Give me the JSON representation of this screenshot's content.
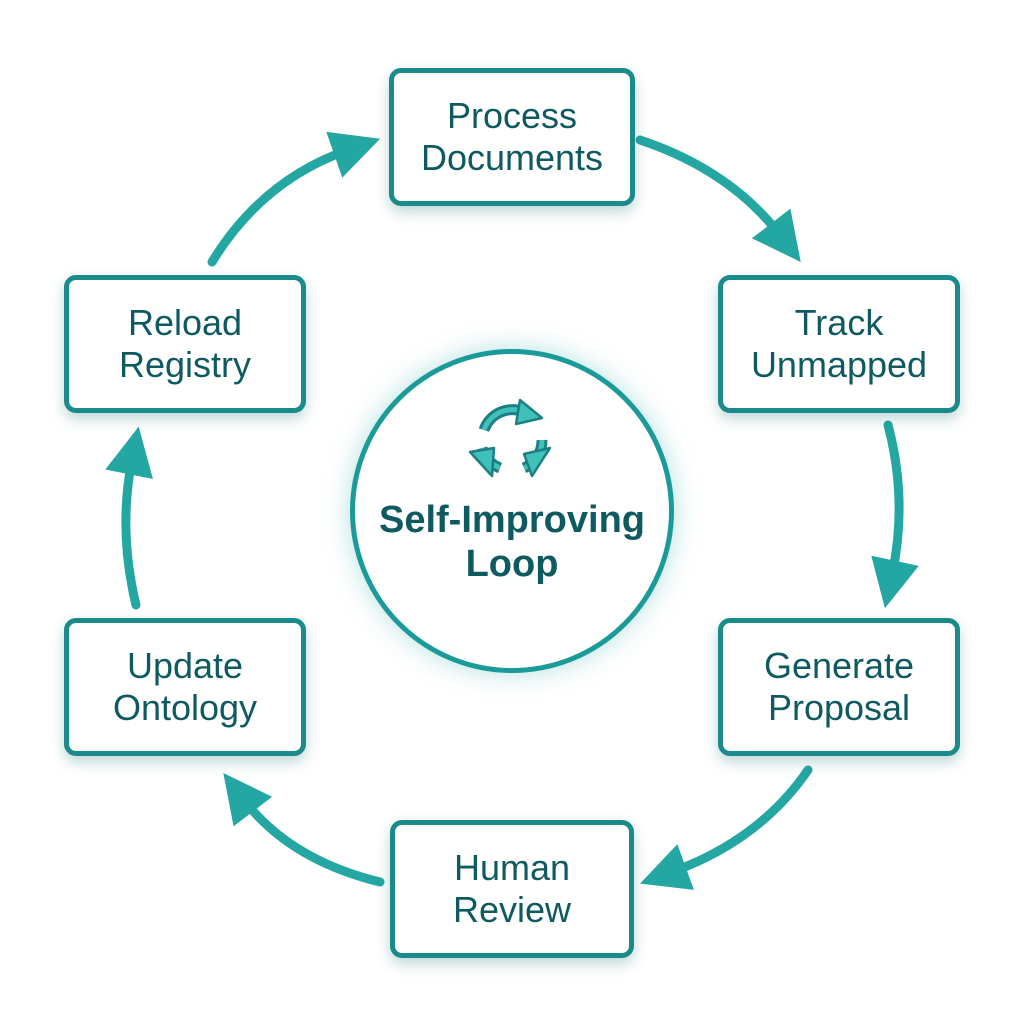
{
  "colors": {
    "accent": "#1a8a8a",
    "arrow": "#24a6a2",
    "text": "#0f5a60",
    "background": "#ffffff"
  },
  "center": {
    "icon": "refresh-cycle-icon",
    "title": "Self-Improving\nLoop"
  },
  "steps": [
    {
      "label": "Process\nDocuments"
    },
    {
      "label": "Track\nUnmapped"
    },
    {
      "label": "Generate\nProposal"
    },
    {
      "label": "Human\nReview"
    },
    {
      "label": "Update\nOntology"
    },
    {
      "label": "Reload\nRegistry"
    }
  ]
}
